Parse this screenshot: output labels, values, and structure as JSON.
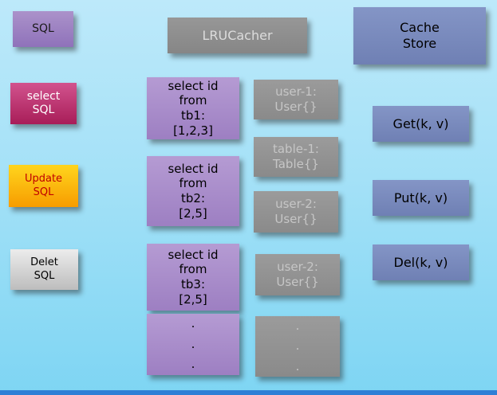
{
  "colors": {
    "background_top": "#bde9fa",
    "background_bottom": "#7ed5f3",
    "purple_shape": "#9d7fc2",
    "gray_shape": "#8a8a8a",
    "slate_shape": "#7585ba",
    "magenta_shape": "#a81d58",
    "orange_shape": "#f79c00",
    "silver_shape": "#cfcfcf",
    "bottom_bar": "#2e7fd6"
  },
  "boxes": {
    "sql": {
      "label": "SQL"
    },
    "lru_cacher": {
      "label": "LRUCacher"
    },
    "cache_store": {
      "label": "Cache\nStore"
    },
    "select_sql": {
      "label": "select\nSQL"
    },
    "update_sql": {
      "label": "Update\nSQL"
    },
    "delet_sql": {
      "label": "Delet\nSQL"
    },
    "query_tb1": {
      "label": "select id\nfrom\ntb1:\n[1,2,3]"
    },
    "query_tb2": {
      "label": "select id\nfrom\ntb2:\n[2,5]"
    },
    "query_tb3": {
      "label": "select id\nfrom\ntb3:\n[2,5]"
    },
    "query_dots": {
      "label": ".\n.\n."
    },
    "entry_user1": {
      "label": "user-1:\nUser{}"
    },
    "entry_table1": {
      "label": "table-1:\nTable{}"
    },
    "entry_user2a": {
      "label": "user-2:\nUser{}"
    },
    "entry_user2b": {
      "label": "user-2:\nUser{}"
    },
    "entry_dots": {
      "label": ".\n.\n."
    },
    "op_get": {
      "label": "Get(k, v)"
    },
    "op_put": {
      "label": "Put(k, v)"
    },
    "op_del": {
      "label": "Del(k, v)"
    }
  }
}
